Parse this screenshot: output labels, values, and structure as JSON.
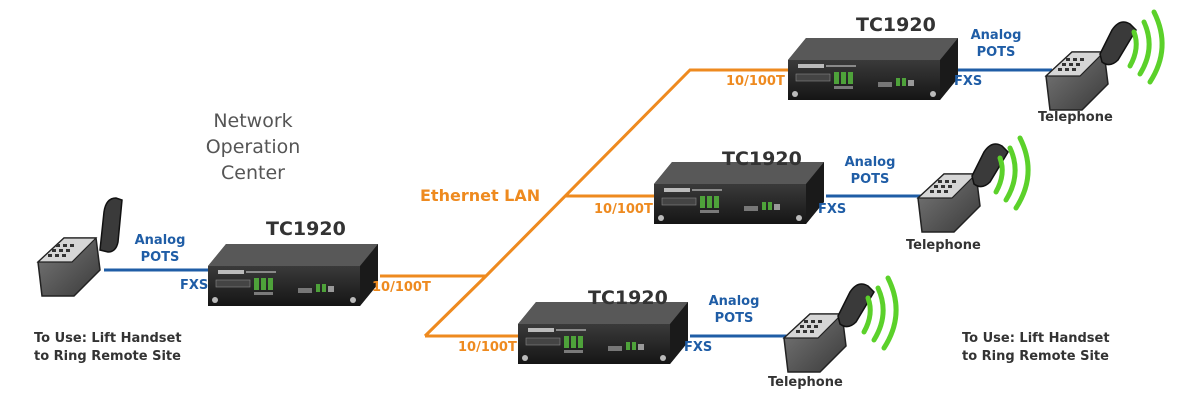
{
  "noc_label": {
    "line1": "Network",
    "line2": "Operation",
    "line3": "Center"
  },
  "network_label": "Ethernet LAN",
  "devices": [
    {
      "title": "TC1920",
      "port": "10/100T",
      "interface": "FXS",
      "line_line1": "Analog",
      "line_line2": "POTS"
    },
    {
      "title": "TC1920",
      "port": "10/100T",
      "interface": "FXS",
      "line_line1": "Analog",
      "line_line2": "POTS",
      "endpoint": "Telephone"
    },
    {
      "title": "TC1920",
      "port": "10/100T",
      "interface": "FXS",
      "line_line1": "Analog",
      "line_line2": "POTS",
      "endpoint": "Telephone"
    },
    {
      "title": "TC1920",
      "port": "10/100T",
      "interface": "FXS",
      "line_line1": "Analog",
      "line_line2": "POTS",
      "endpoint": "Telephone"
    }
  ],
  "notes": {
    "left": {
      "line1": "To Use: Lift Handset",
      "line2": "to Ring Remote Site"
    },
    "right": {
      "line1": "To Use: Lift Handset",
      "line2": "to Ring Remote Site"
    }
  },
  "colors": {
    "ethernet": "#ee8a1f",
    "pots": "#1f5da6",
    "device": "#2b2b2b",
    "signal": "#5bd12a"
  }
}
